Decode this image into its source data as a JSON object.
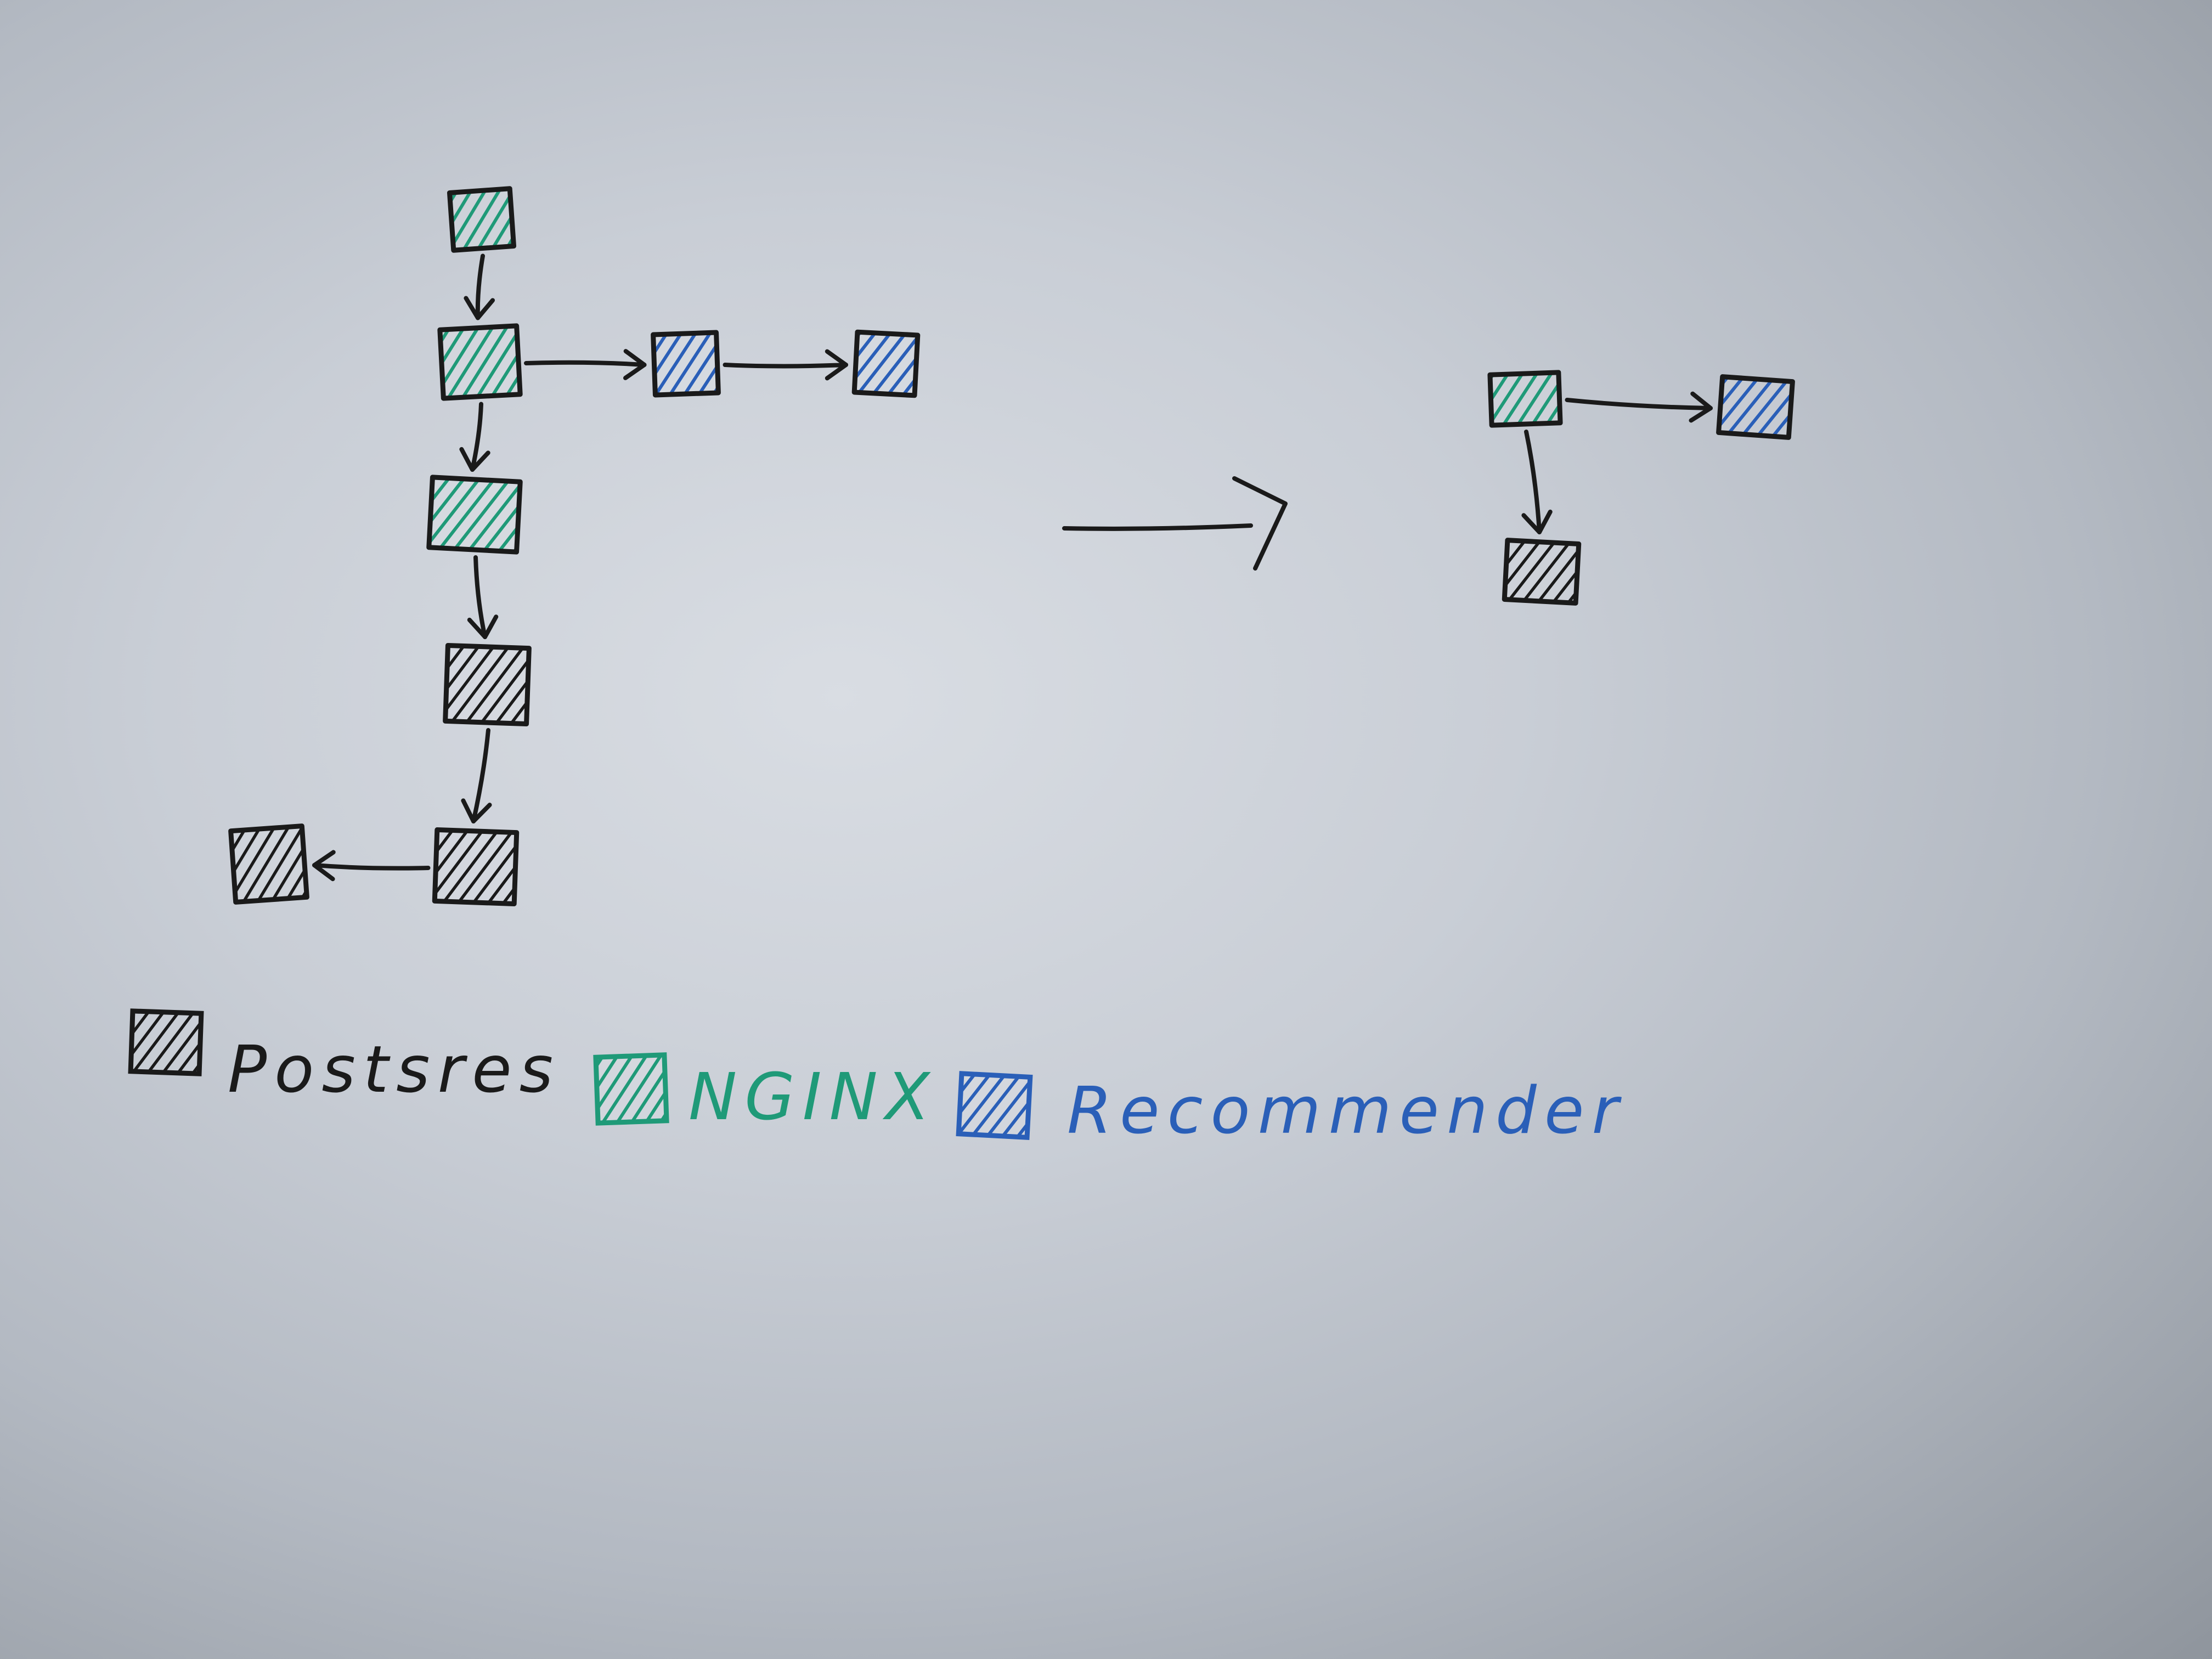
{
  "colors": {
    "paper": "#c9ced6",
    "ink": "#1a1a1a",
    "postgres": "#1a1a1a",
    "nginx": "#1f9a78",
    "recommender": "#2a5fb8"
  },
  "services": {
    "postgres": {
      "color": "#1a1a1a",
      "hatch": "#1a1a1a"
    },
    "nginx": {
      "color": "#1a1a1a",
      "hatch": "#1f9a78"
    },
    "recommender": {
      "color": "#1a1a1a",
      "hatch": "#2a5fb8"
    }
  },
  "before": {
    "nodes": [
      {
        "id": "b1",
        "service": "nginx"
      },
      {
        "id": "b2",
        "service": "nginx"
      },
      {
        "id": "b3",
        "service": "recommender"
      },
      {
        "id": "b4",
        "service": "recommender"
      },
      {
        "id": "b5",
        "service": "nginx"
      },
      {
        "id": "b6",
        "service": "postgres"
      },
      {
        "id": "b7",
        "service": "postgres"
      },
      {
        "id": "b8",
        "service": "postgres"
      }
    ],
    "edges": [
      {
        "from": "b1",
        "to": "b2"
      },
      {
        "from": "b2",
        "to": "b3"
      },
      {
        "from": "b3",
        "to": "b4"
      },
      {
        "from": "b2",
        "to": "b5"
      },
      {
        "from": "b5",
        "to": "b6"
      },
      {
        "from": "b6",
        "to": "b7"
      },
      {
        "from": "b7",
        "to": "b8"
      }
    ]
  },
  "after": {
    "nodes": [
      {
        "id": "a1",
        "service": "nginx"
      },
      {
        "id": "a2",
        "service": "recommender"
      },
      {
        "id": "a3",
        "service": "postgres"
      }
    ],
    "edges": [
      {
        "from": "a1",
        "to": "a2"
      },
      {
        "from": "a1",
        "to": "a3"
      }
    ]
  },
  "legend": {
    "postgres_label": "Postsres",
    "nginx_label": "NGINX",
    "recommender_label": "Recommender"
  }
}
